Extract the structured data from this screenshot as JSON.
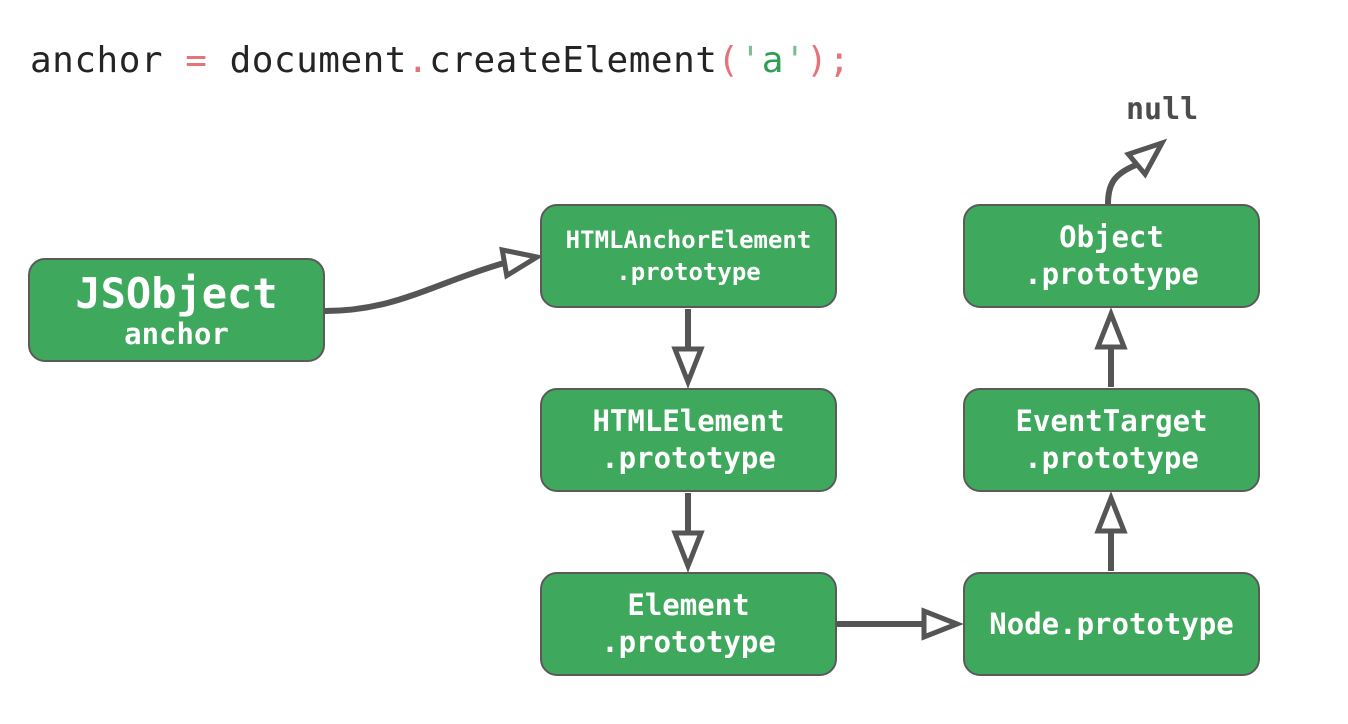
{
  "code": {
    "full_text": "anchor = document.createElement('a');",
    "tokens": [
      {
        "t": "anchor ",
        "role": "identifier"
      },
      {
        "t": "= ",
        "role": "operator"
      },
      {
        "t": "document",
        "role": "identifier"
      },
      {
        "t": ".",
        "role": "punctuation"
      },
      {
        "t": "createElement",
        "role": "identifier"
      },
      {
        "t": "(",
        "role": "punctuation"
      },
      {
        "t": "'",
        "role": "quote"
      },
      {
        "t": "a",
        "role": "string"
      },
      {
        "t": "'",
        "role": "quote"
      },
      {
        "t": ")",
        "role": "punctuation"
      },
      {
        "t": ";",
        "role": "punctuation"
      }
    ]
  },
  "labels": {
    "null_label": "null"
  },
  "boxes": {
    "jsobject": {
      "line1": "JSObject",
      "line2": "anchor"
    },
    "html_anchor_element": {
      "line1": "HTMLAnchorElement",
      "line2": ".prototype"
    },
    "html_element": {
      "line1": "HTMLElement",
      "line2": ".prototype"
    },
    "element": {
      "line1": "Element",
      "line2": ".prototype"
    },
    "object": {
      "line1": "Object",
      "line2": ".prototype"
    },
    "event_target": {
      "line1": "EventTarget",
      "line2": ".prototype"
    },
    "node": {
      "line1": "Node.prototype"
    }
  },
  "arrows": [
    {
      "from": "JSObject (anchor)",
      "to": "HTMLAnchorElement.prototype"
    },
    {
      "from": "HTMLAnchorElement.prototype",
      "to": "HTMLElement.prototype"
    },
    {
      "from": "HTMLElement.prototype",
      "to": "Element.prototype"
    },
    {
      "from": "Element.prototype",
      "to": "Node.prototype"
    },
    {
      "from": "Node.prototype",
      "to": "EventTarget.prototype"
    },
    {
      "from": "EventTarget.prototype",
      "to": "Object.prototype"
    },
    {
      "from": "Object.prototype",
      "to": "null"
    }
  ],
  "colors": {
    "background": "#ffffff",
    "box_fill": "#3ea85c",
    "box_border": "#5a5a5a",
    "box_text": "#ffffff",
    "arrow": "#555555",
    "code_default": "#242424",
    "code_punctuation": "#e5737a",
    "code_string": "#2f9e55",
    "code_quote": "#7dbe91",
    "null_text": "#4c4c4c"
  }
}
